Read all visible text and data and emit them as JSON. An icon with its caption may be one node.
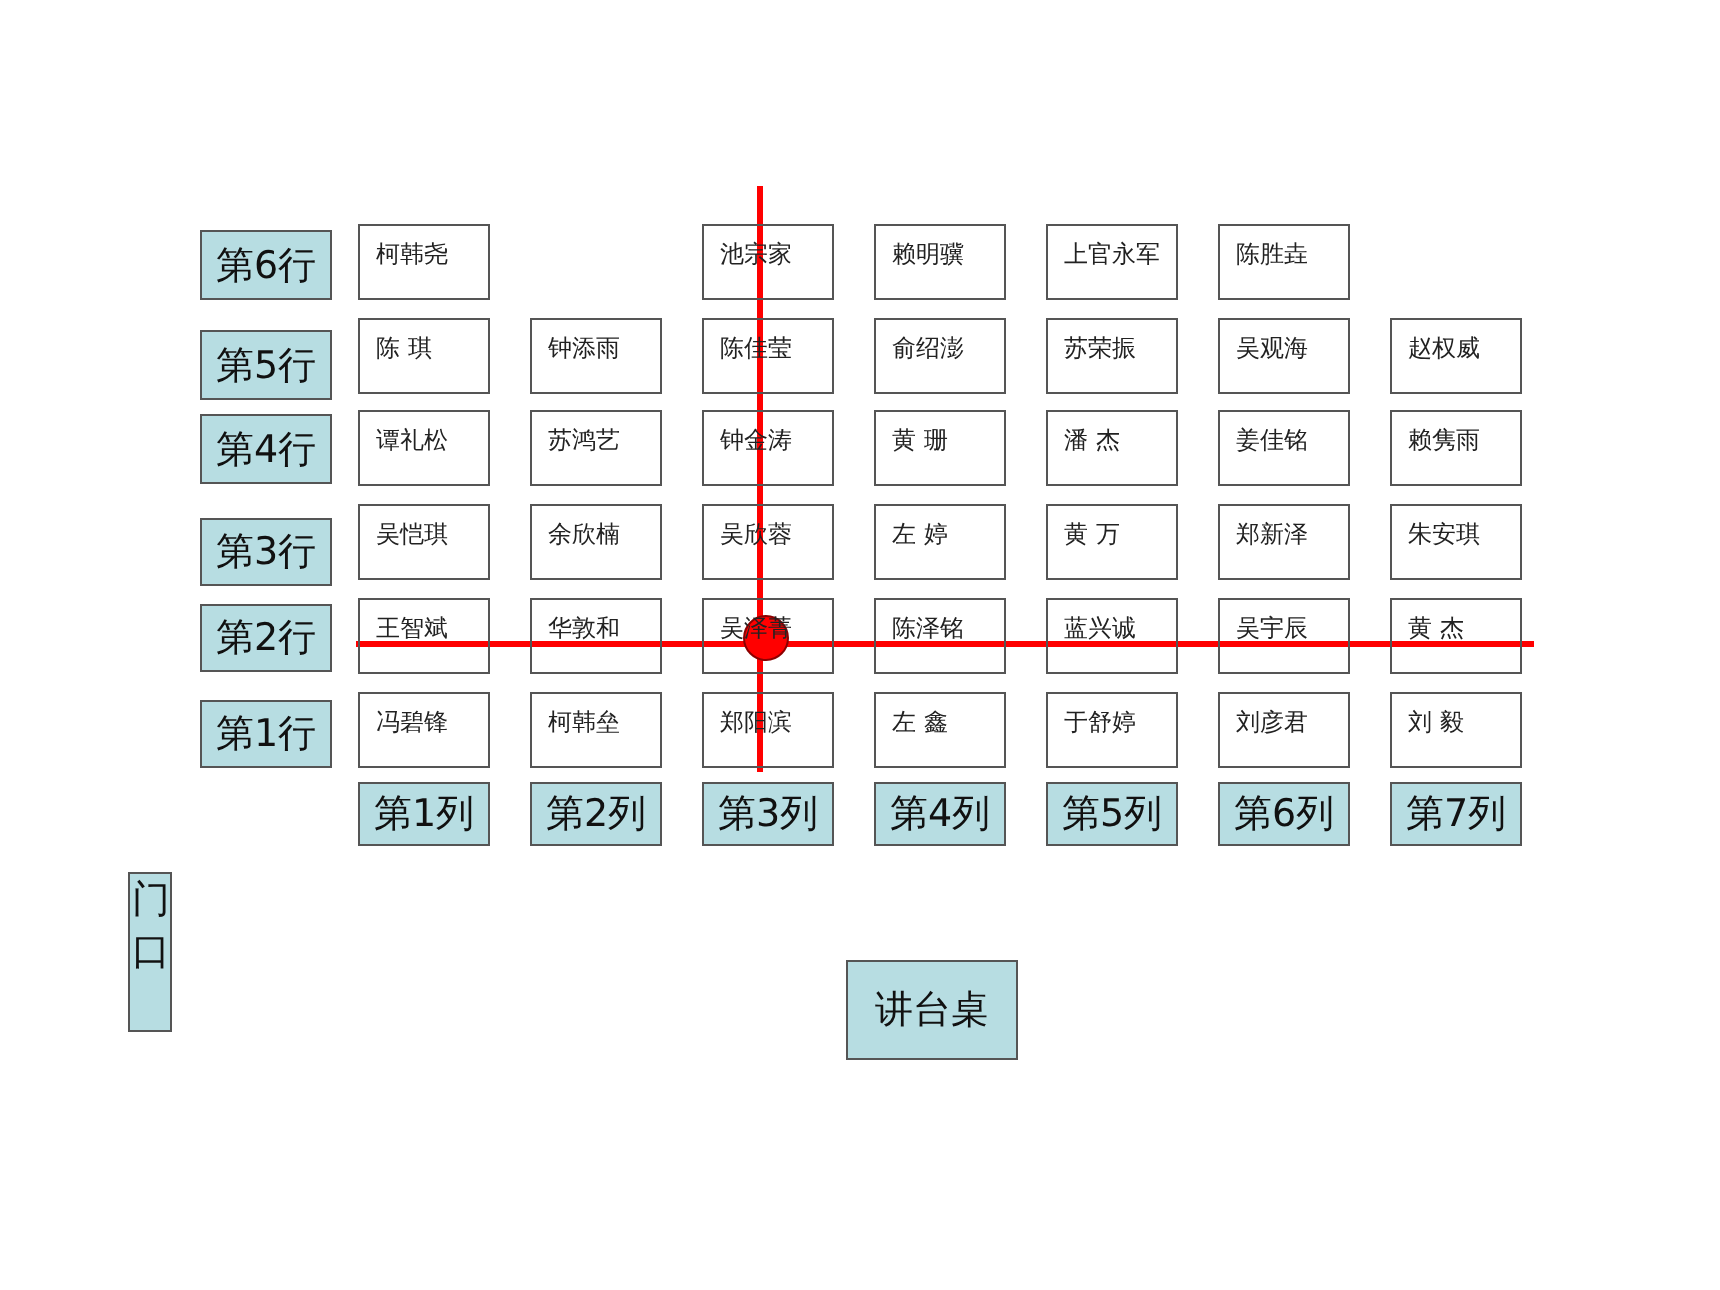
{
  "diagram": {
    "nodes": [
      {
        "text": [
          "第6行"
        ]
      },
      {
        "text": [
          "柯韩尧"
        ]
      },
      {
        "text": [
          "池宗家"
        ]
      },
      {
        "text": [
          "赖明骥"
        ]
      },
      {
        "text": [
          "上官永军"
        ]
      },
      {
        "text": [
          "陈胜垚"
        ]
      },
      {
        "text": [
          "第5行"
        ]
      },
      {
        "text": [
          "陈 琪"
        ]
      },
      {
        "text": [
          "钟添雨"
        ]
      },
      {
        "text": [
          "陈佳莹"
        ]
      },
      {
        "text": [
          "俞绍澎"
        ]
      },
      {
        "text": [
          "苏荣振"
        ]
      },
      {
        "text": [
          "吴观海"
        ]
      },
      {
        "text": [
          "赵权威"
        ]
      },
      {
        "text": [
          "第4行"
        ]
      },
      {
        "text": [
          "谭礼松"
        ]
      },
      {
        "text": [
          "苏鸿艺"
        ]
      },
      {
        "text": [
          "钟金涛"
        ]
      },
      {
        "text": [
          "黄 珊"
        ]
      },
      {
        "text": [
          "潘 杰"
        ]
      },
      {
        "text": [
          "姜佳铭"
        ]
      },
      {
        "text": [
          "赖隽雨"
        ]
      },
      {
        "text": [
          "第3行"
        ]
      },
      {
        "text": [
          "吴恺琪"
        ]
      },
      {
        "text": [
          "余欣楠"
        ]
      },
      {
        "text": [
          "吴欣蓉"
        ]
      },
      {
        "text": [
          "左 婷"
        ]
      },
      {
        "text": [
          "黄 万"
        ]
      },
      {
        "text": [
          "郑新泽"
        ]
      },
      {
        "text": [
          "朱安琪"
        ]
      },
      {
        "text": [
          "第2行"
        ]
      },
      {
        "text": [
          "王智斌"
        ]
      },
      {
        "text": [
          "华敦和"
        ]
      },
      {
        "text": [
          "吴泽菁"
        ]
      },
      {
        "text": [
          "陈泽铭"
        ]
      },
      {
        "text": [
          "蓝兴诚"
        ]
      },
      {
        "text": [
          "吴宇辰"
        ]
      },
      {
        "text": [
          "黄 杰"
        ]
      },
      {
        "text": [
          "第1行"
        ]
      },
      {
        "text": [
          "冯碧锋"
        ]
      },
      {
        "text": [
          "柯韩垒"
        ]
      },
      {
        "text": [
          "郑阳滨"
        ]
      },
      {
        "text": [
          "左 鑫"
        ]
      },
      {
        "text": [
          "于舒婷"
        ]
      },
      {
        "text": [
          "刘彦君"
        ]
      },
      {
        "text": [
          "刘 毅"
        ]
      },
      {
        "text": [
          "第1列"
        ]
      },
      {
        "text": [
          "第2列"
        ]
      },
      {
        "text": [
          "第3列"
        ]
      },
      {
        "text": [
          "第4列"
        ]
      },
      {
        "text": [
          "第5列"
        ]
      },
      {
        "text": [
          "第6列"
        ]
      },
      {
        "text": [
          "第7列"
        ]
      },
      {
        "text": [
          "门口"
        ]
      },
      {
        "text": [
          "讲台桌"
        ]
      }
    ]
  }
}
